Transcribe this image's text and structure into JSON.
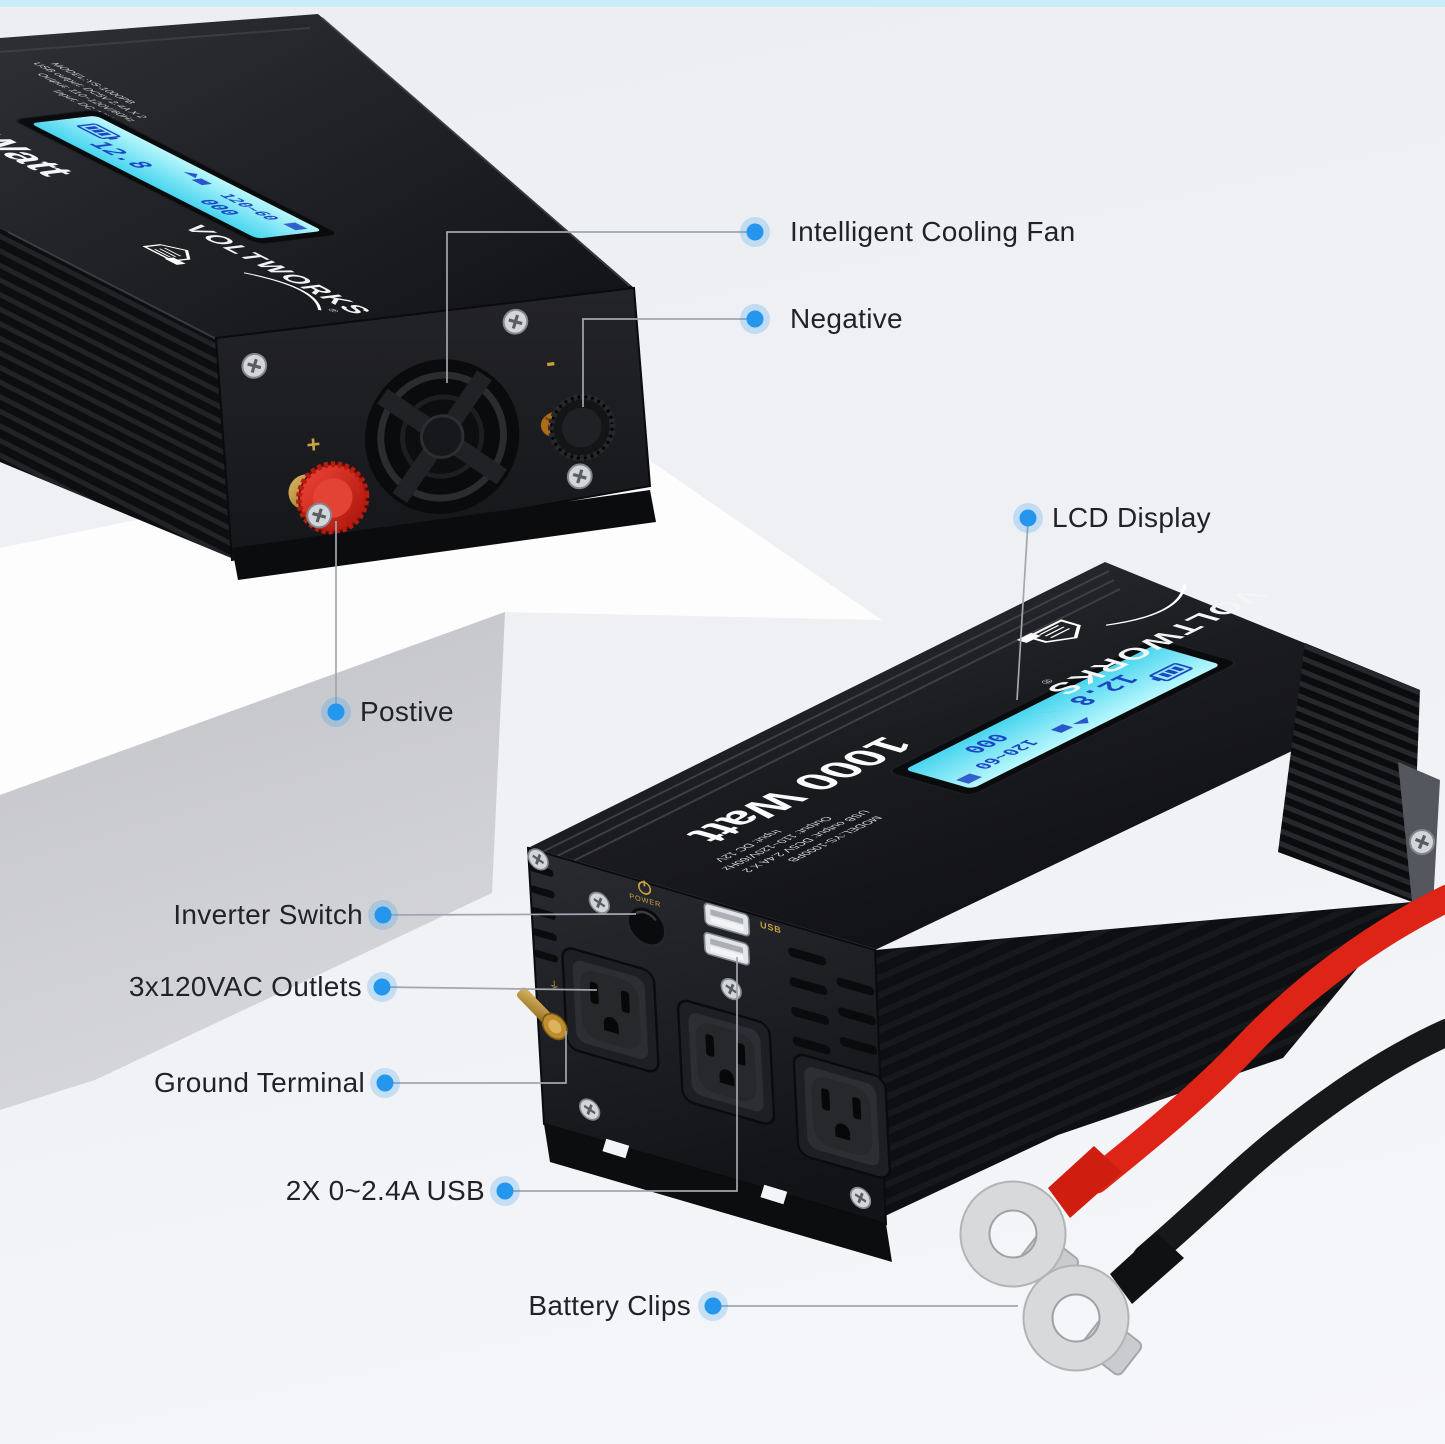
{
  "page": {
    "top_strip_color": "#c9edf7",
    "background_top": "#eceef2",
    "background_bottom": "#f6f7fa",
    "accent_color": "#2596ee",
    "leader_line_color": "#9fa7b0",
    "pedestal_top_color": "#fdfdfe",
    "pedestal_front_color": "#c7c8cc"
  },
  "callouts": [
    {
      "label": "Intelligent Cooling Fan"
    },
    {
      "label": "Negative"
    },
    {
      "label": "LCD Display"
    },
    {
      "label": "Postive"
    },
    {
      "label": "Inverter Switch"
    },
    {
      "label": "3x120VAC Outlets"
    },
    {
      "label": "Ground Terminal"
    },
    {
      "label": "2X 0~2.4A USB"
    },
    {
      "label": "Battery Clips"
    }
  ],
  "product": {
    "brand": "VOLTWORKS",
    "registered": "®",
    "wattage": "1000 Watt",
    "specs": [
      "Input: DC 12V",
      "Output: 110~120V/60Hz",
      "USB output: DC5V 2.4A X 2",
      "MODEL:YS-1000PB"
    ],
    "power_label": "POWER",
    "usb_label": "USB",
    "positive_mark": "+",
    "negative_mark": "-",
    "lcd": {
      "battery_voltage": "12.8",
      "output": "120~60",
      "power": "000"
    },
    "lcd_screen_color": "#7feaf6",
    "positive_terminal_color": "#d91f12",
    "gold_color": "#c9a23f"
  }
}
